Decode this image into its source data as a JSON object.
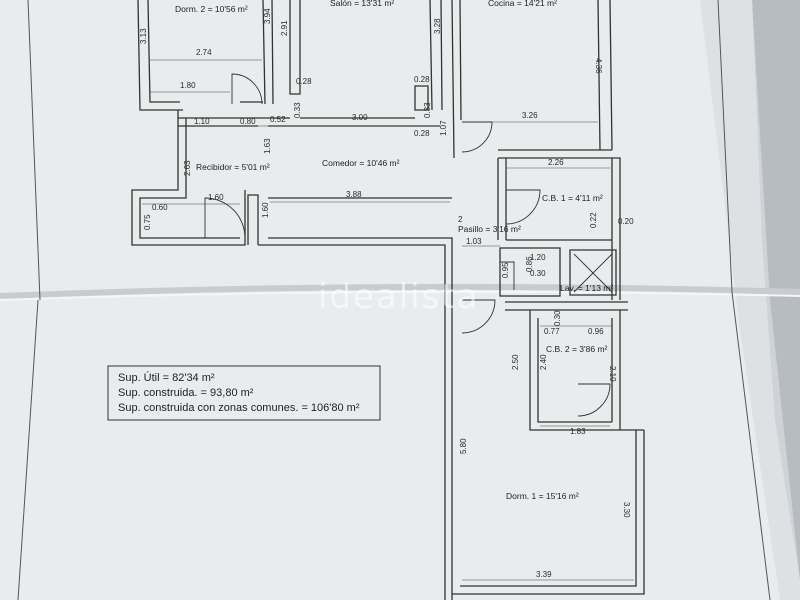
{
  "rooms": {
    "dorm2": "Dorm. 2 = 10'56 m²",
    "salon": "Salón = 13'31 m²",
    "cocina": "Cocina = 14'21 m²",
    "recibidor": "Recibidor = 5'01 m²",
    "comedor": "Comedor = 10'46 m²",
    "cb1": "C.B. 1 = 4'11 m²",
    "pasillo": "Pasillo = 3'16 m²",
    "lav": "Lav. = 1'13 m²",
    "cb2": "C.B. 2 = 3'86 m²",
    "dorm1": "Dorm. 1 = 15'16 m²"
  },
  "dims": {
    "d313": "3.13",
    "d274": "2.74",
    "d180": "1.80",
    "d394": "3.94",
    "d291": "2.91",
    "d328": "3.28",
    "d436": "4.36",
    "d028a": "0.28",
    "d028b": "0.28",
    "d028c": "0.28",
    "d110": "1.10",
    "d080": "0.80",
    "d052": "0.52",
    "d300": "3.00",
    "d033a": "0.33",
    "d033b": "0.33",
    "d107": "1.07",
    "d326": "3.26",
    "d226": "2.26",
    "d263": "2.63",
    "d163": "1.63",
    "d160a": "1.60",
    "d160b": "1.60",
    "d388": "3.88",
    "d075": "0.75",
    "d060": "0.60",
    "d022": "0.22",
    "d020": "0.20",
    "d2": "2",
    "d103": "1.03",
    "d120": "1.20",
    "d030a": "0.30",
    "d095": "0.95",
    "d086": "0.86",
    "d030b": "0.30",
    "d077": "0.77",
    "d096": "0.96",
    "d250": "2.50",
    "d240": "2.40",
    "d210": "2.10",
    "d183": "1.83",
    "d580": "5.80",
    "d330": "3.30",
    "d339": "3.39"
  },
  "summary": {
    "util": "Sup. Útil = 82'34 m²",
    "construida": "Sup. construida. = 93,80 m²",
    "comunes": "Sup. construida con zonas comunes. = 106'80 m²"
  },
  "watermark": "idealista"
}
